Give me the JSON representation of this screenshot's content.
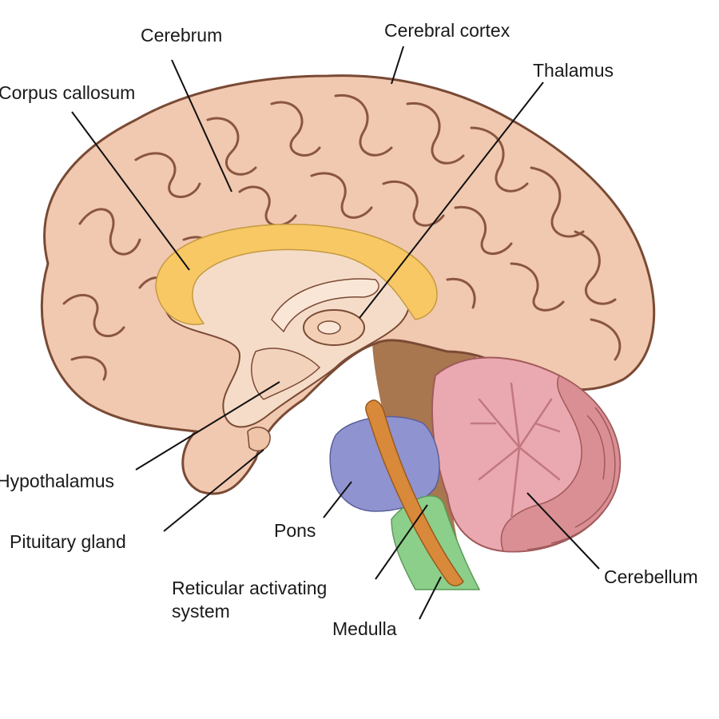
{
  "diagram": {
    "labels": {
      "cerebrum": "Cerebrum",
      "cerebral_cortex": "Cerebral cortex",
      "corpus_callosum": "Corpus callosum",
      "thalamus": "Thalamus",
      "hypothalamus": "Hypothalamus",
      "pituitary_gland": "Pituitary gland",
      "pons": "Pons",
      "reticular_line1": "Reticular activating",
      "reticular_line2": "system",
      "medulla": "Medulla",
      "cerebellum": "Cerebellum"
    },
    "colors": {
      "cortex": "#f1c8b0",
      "cortex_stroke": "#7a4a35",
      "sulcus": "#8a5640",
      "corpus_callosum": "#f8c865",
      "inner_tissue": "#f5dcc8",
      "pons": "#8f93d0",
      "medulla": "#8ccf8a",
      "reticular": "#d9893a",
      "cerebellum": "#eaa8b0",
      "cerebellum_dark": "#b8736e",
      "ventricle_dark": "#8b5a3c"
    }
  }
}
